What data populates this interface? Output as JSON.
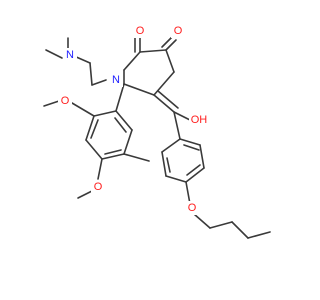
{
  "molecule": {
    "colors": {
      "carbon_bond": "#3a3a3a",
      "nitrogen": "#1f1fff",
      "oxygen": "#ff1f1f"
    },
    "atom_labels": {
      "dimethylamino_n": "N",
      "ring_n": "N",
      "ketone_o_left": "O",
      "ketone_o_right": "O",
      "hydroxyl": "OH",
      "methoxy_o_upper": "O",
      "methoxy_o_lower": "O",
      "butoxy_o": "O"
    }
  }
}
